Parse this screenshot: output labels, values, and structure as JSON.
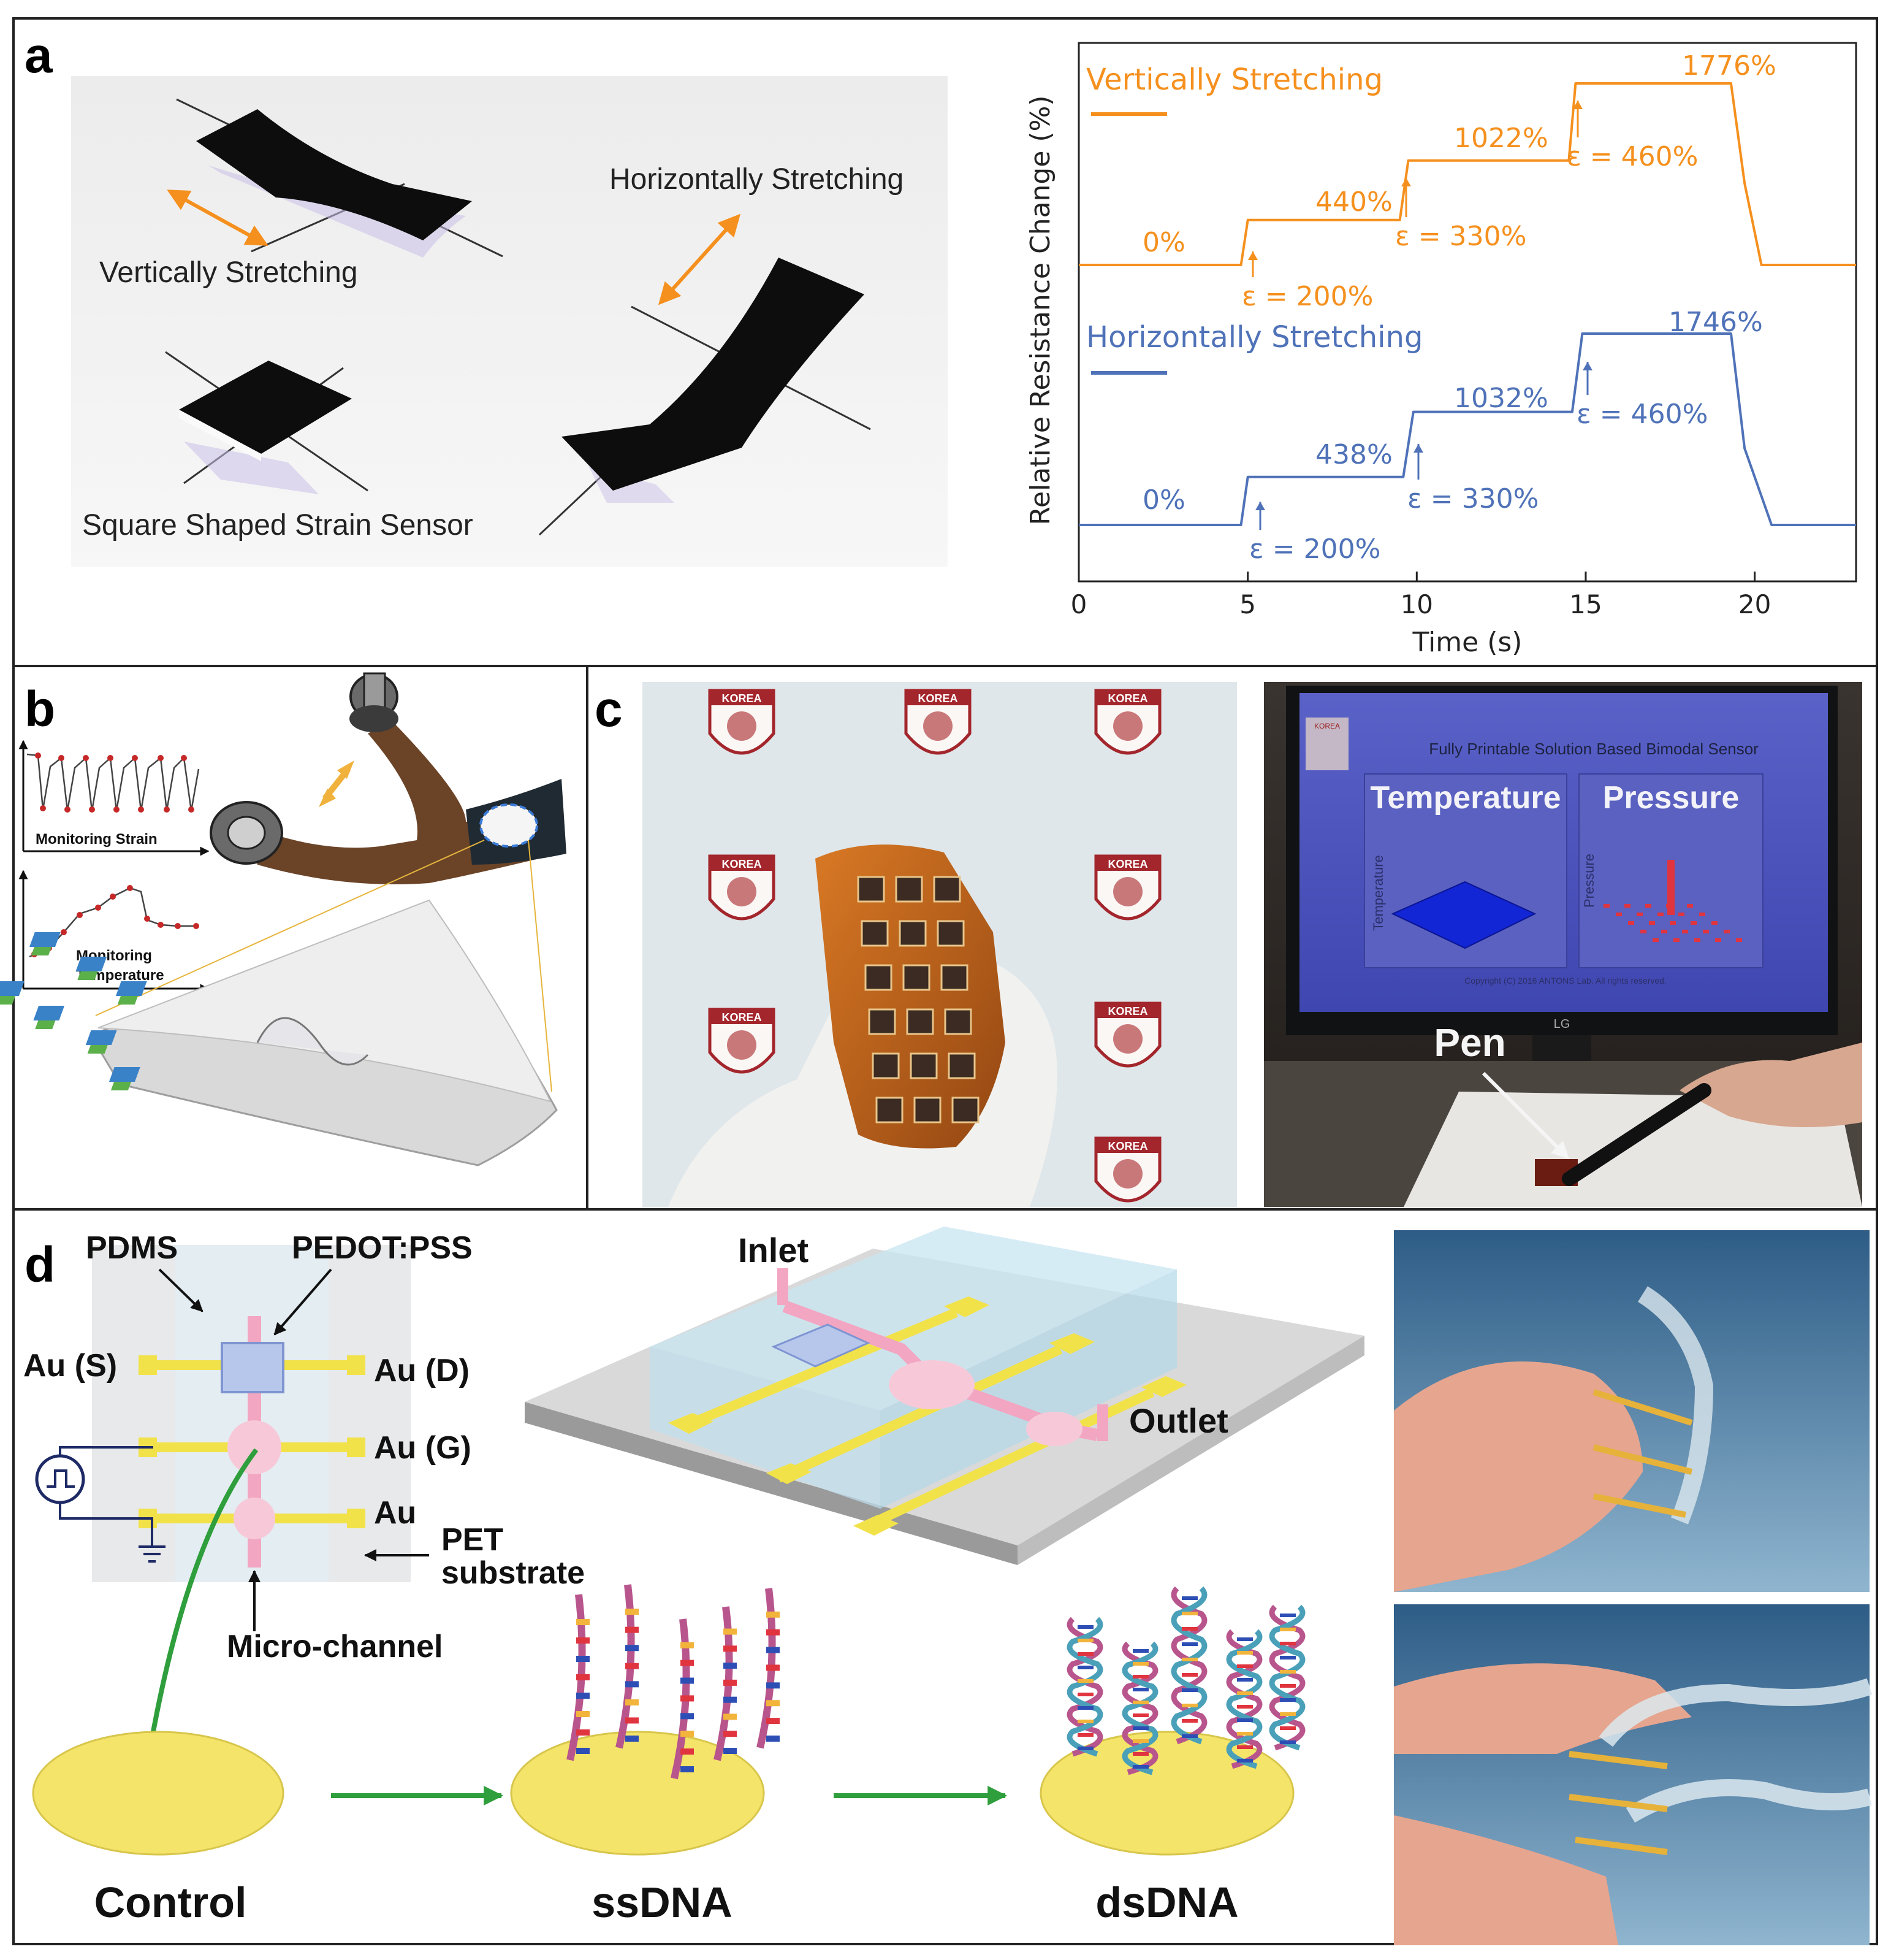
{
  "panels": {
    "a": {
      "letter": "a",
      "illustration": {
        "vertical_label": "Vertically Stretching",
        "horizontal_label": "Horizontally Stretching",
        "square_label": "Square Shaped Strain Sensor"
      }
    },
    "b": {
      "letter": "b",
      "strain_label": "Monitoring Strain",
      "temp_label_1": "Monitoring",
      "temp_label_2": "Temperature"
    },
    "c": {
      "letter": "c",
      "logo_text": "KOREA",
      "screen_title": "Fully Printable Solution Based Bimodal Sensor",
      "temperature_title": "Temperature",
      "pressure_title": "Pressure",
      "temperature_axis": "Temperature",
      "pressure_axis": "Pressure",
      "copyright": "Copyright (C) 2016 ANTONS Lab. All rights reserved.",
      "monitor_brand": "LG",
      "pen_label": "Pen"
    },
    "d": {
      "letter": "d",
      "pdms": "PDMS",
      "pedot": "PEDOT:PSS",
      "au_s": "Au (S)",
      "au_d": "Au (D)",
      "au_g": "Au (G)",
      "au": "Au",
      "pet_1": "PET",
      "pet_2": "substrate",
      "microchannel": "Micro-channel",
      "inlet": "Inlet",
      "outlet": "Outlet",
      "control": "Control",
      "ssdna": "ssDNA",
      "dsdna": "dsDNA"
    }
  },
  "colors": {
    "vertical": "#f5901e",
    "horizontal": "#4f72b8",
    "gold": "#f2e24a",
    "channel_pink": "#f2a6c2",
    "green_arrow": "#2f9e3c"
  },
  "chart_data": {
    "type": "line",
    "xlabel": "Time (s)",
    "ylabel": "Relative Resistance Change (%)",
    "x_ticks": [
      0,
      5,
      10,
      15,
      20
    ],
    "xlim": [
      0,
      23
    ],
    "y_ticks_shown": false,
    "legend_placement": "top-left, above each curve",
    "series": [
      {
        "name": "Vertically Stretching",
        "color": "#f5901e",
        "x": [
          0,
          4.8,
          5.0,
          5.2,
          9.5,
          9.75,
          10.0,
          10.5,
          14.5,
          14.7,
          15.0,
          15.3,
          19.3,
          19.7,
          20.2,
          23
        ],
        "y": [
          0,
          0,
          440,
          440,
          440,
          1022,
          1022,
          1022,
          1022,
          1776,
          1776,
          1776,
          1776,
          800,
          0,
          0
        ],
        "step_labels": [
          "0%",
          "440%",
          "1022%",
          "1776%"
        ],
        "strain_labels": [
          "ε = 200%",
          "ε = 330%",
          "ε = 460%"
        ]
      },
      {
        "name": "Horizontally Stretching",
        "color": "#4f72b8",
        "x": [
          0,
          4.8,
          5.0,
          5.3,
          9.6,
          9.9,
          10.2,
          10.8,
          14.6,
          14.9,
          15.2,
          15.6,
          19.3,
          19.7,
          20.5,
          23
        ],
        "y": [
          0,
          0,
          438,
          438,
          438,
          1032,
          1032,
          1032,
          1032,
          1746,
          1746,
          1746,
          1746,
          700,
          0,
          0
        ],
        "step_labels": [
          "0%",
          "438%",
          "1032%",
          "1746%"
        ],
        "strain_labels": [
          "ε = 200%",
          "ε = 330%",
          "ε = 460%"
        ]
      }
    ]
  }
}
